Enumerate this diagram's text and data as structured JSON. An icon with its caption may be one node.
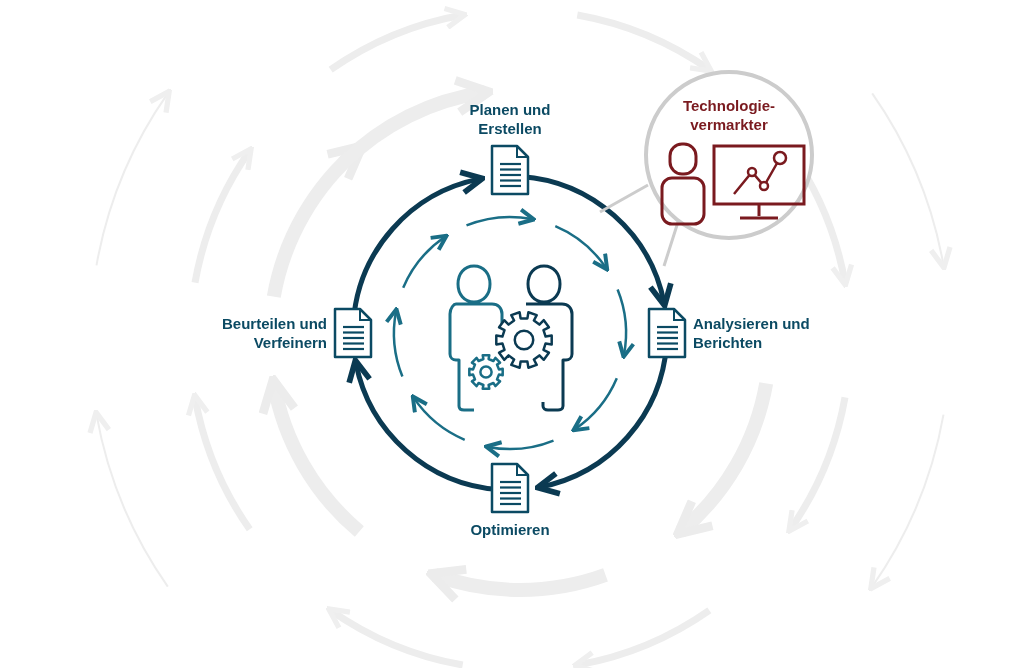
{
  "diagram": {
    "nodes": [
      {
        "text": [
          "Planen und Erstellen"
        ]
      },
      {
        "text": [
          "Analysieren und Berichten"
        ]
      },
      {
        "text": [
          "Optimieren"
        ]
      },
      {
        "text": [
          "Beurteilen und Verfeinern"
        ]
      },
      {
        "text": [],
        "shape": "picture"
      },
      {
        "text": [
          "Technologie-vermarkter"
        ]
      }
    ],
    "edges": [
      {
        "from": 0,
        "to": 1,
        "arrow": "to"
      },
      {
        "from": 1,
        "to": 2,
        "arrow": "to"
      },
      {
        "from": 2,
        "to": 3,
        "arrow": "to"
      },
      {
        "from": 3,
        "to": 0,
        "arrow": "to"
      },
      {
        "from": 5,
        "to": null,
        "arrow": "none",
        "color": "#cccccc"
      }
    ]
  }
}
